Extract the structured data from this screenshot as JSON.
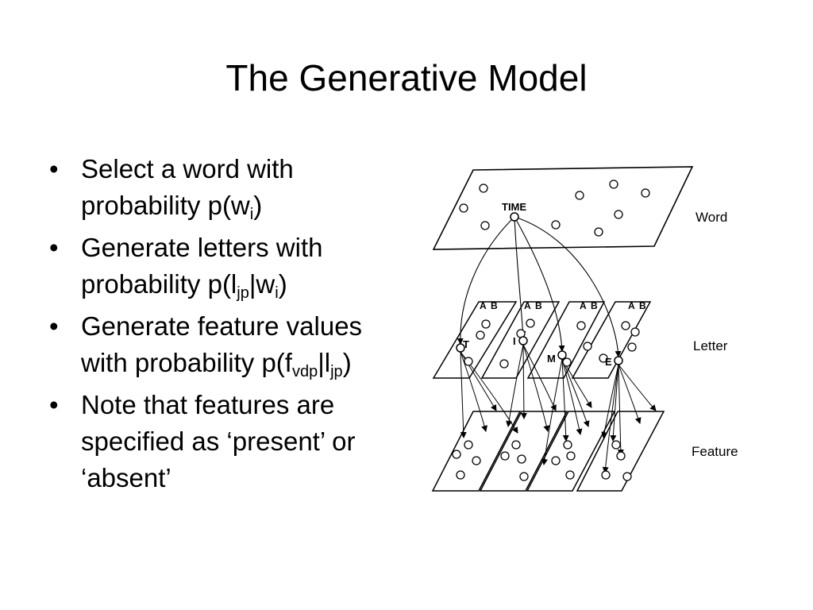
{
  "slide": {
    "title": "The Generative Model",
    "bullet_symbol": "•",
    "bullets": [
      {
        "segments": [
          {
            "text": "Select a word with probability p(w"
          },
          {
            "text": "i",
            "sub": true
          },
          {
            "text": ")"
          }
        ]
      },
      {
        "segments": [
          {
            "text": "Generate letters with probability p(l"
          },
          {
            "text": "jp",
            "sub": true
          },
          {
            "text": "|w"
          },
          {
            "text": "i",
            "sub": true
          },
          {
            "text": ")"
          }
        ]
      },
      {
        "segments": [
          {
            "text": "Generate feature values with probability p(f"
          },
          {
            "text": "vdp",
            "sub": true
          },
          {
            "text": "|l"
          },
          {
            "text": "jp",
            "sub": true
          },
          {
            "text": ")"
          }
        ]
      },
      {
        "segments": [
          {
            "text": "Note that features are specified as ‘present’ or ‘absent’"
          }
        ]
      }
    ]
  },
  "diagram": {
    "levels": {
      "word": "Word",
      "letter": "Letter",
      "feature": "Feature"
    },
    "word_node": "TIME",
    "letter_nodes": [
      "T",
      "I",
      "M",
      "E"
    ],
    "letter_plane_tags": [
      "A",
      "B"
    ]
  }
}
